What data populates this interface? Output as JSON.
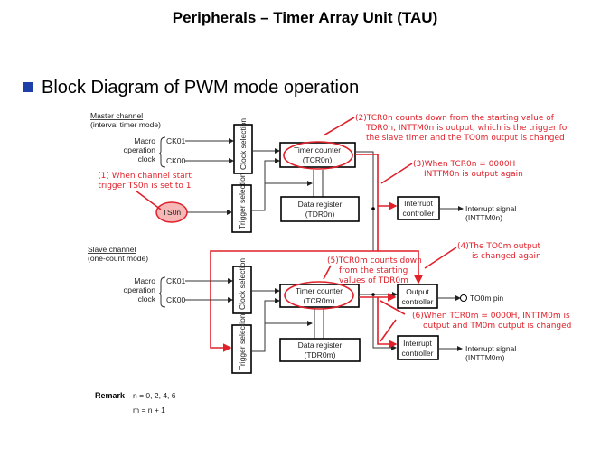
{
  "title": "Peripherals – Timer Array Unit (TAU)",
  "heading": "Block Diagram of PWM mode operation",
  "colors": {
    "accent": "#1f3fa8",
    "annotation": "#e0202a"
  },
  "master": {
    "label": "Master channel",
    "mode": "(interval timer mode)",
    "clock_label": [
      "Macro",
      "operation",
      "clock"
    ],
    "ck01": "CK01",
    "ck00": "CK00",
    "clock_selection": "Clock selection",
    "trigger_selection": "Trigger selection",
    "ts": "TS0n",
    "timer_counter": [
      "Timer counter",
      "(TCR0n)"
    ],
    "data_register": [
      "Data register",
      "(TDR0n)"
    ],
    "interrupt_controller": [
      "Interrupt",
      "controller"
    ],
    "interrupt_signal": [
      "Interrupt signal",
      "(INTTM0n)"
    ]
  },
  "slave": {
    "label": "Slave channel",
    "mode": "(one-count mode)",
    "clock_label": [
      "Macro",
      "operation",
      "clock"
    ],
    "ck01": "CK01",
    "ck00": "CK00",
    "clock_selection": "Clock selection",
    "trigger_selection": "Trigger selection",
    "timer_counter": [
      "Timer counter",
      "(TCR0m)"
    ],
    "data_register": [
      "Data register",
      "(TDR0m)"
    ],
    "output_controller": [
      "Output",
      "controller"
    ],
    "pin": "TO0m pin",
    "interrupt_controller": [
      "Interrupt",
      "controller"
    ],
    "interrupt_signal": [
      "Interrupt signal",
      "(INTTM0m)"
    ]
  },
  "annotations": {
    "a1": [
      "(1) When channel start",
      "trigger TS0n is set to 1"
    ],
    "a2": [
      "(2)TCR0n counts down from the starting value of",
      "TDR0n, INTTM0n is output, which is the trigger for",
      "the slave timer and the TO0m output is changed"
    ],
    "a3": [
      "(3)When TCR0n = 0000H",
      "INTTM0n is output again"
    ],
    "a4": [
      "(4)The TO0m output",
      "is changed again"
    ],
    "a5": [
      "(5)TCR0m counts down",
      "from the starting",
      "values of TDR0m"
    ],
    "a6": [
      "(6)When TCR0m = 0000H, INTTM0m is",
      "output and TM0m output is changed"
    ]
  },
  "remark": {
    "label": "Remark",
    "n": "n = 0, 2, 4, 6",
    "m": "m = n + 1"
  }
}
